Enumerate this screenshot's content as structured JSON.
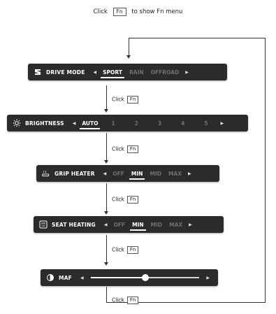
{
  "instruction": {
    "prefix": "Click",
    "key": "Fn",
    "suffix": "to show Fn menu"
  },
  "click_label": {
    "text": "Click",
    "key": "Fn"
  },
  "menus": [
    {
      "title": "DRIVE MODE",
      "icon": "drive-mode-icon",
      "options": [
        "SPORT",
        "RAIN",
        "OFFROAD"
      ],
      "selected": "SPORT"
    },
    {
      "title": "BRIGHTNESS",
      "icon": "brightness-icon",
      "options": [
        "AUTO",
        "1",
        "2",
        "3",
        "4",
        "5"
      ],
      "selected": "AUTO"
    },
    {
      "title": "GRIP HEATER",
      "icon": "grip-heater-icon",
      "options": [
        "OFF",
        "MIN",
        "MID",
        "MAX"
      ],
      "selected": "MIN"
    },
    {
      "title": "SEAT HEATING",
      "icon": "seat-heating-icon",
      "options": [
        "OFF",
        "MIN",
        "MID",
        "MAX"
      ],
      "selected": "MIN"
    },
    {
      "title": "MAF",
      "icon": "maf-icon",
      "slider_value": 0.5
    }
  ]
}
